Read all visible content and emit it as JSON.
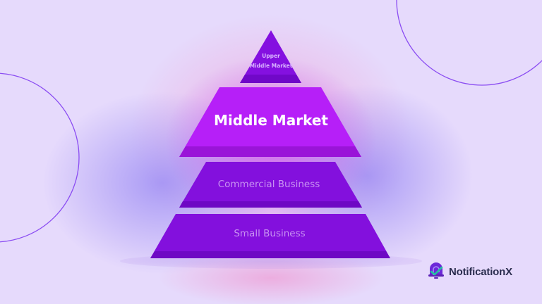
{
  "diagram": {
    "type": "pyramid",
    "tiers": [
      {
        "label_line1": "Upper",
        "label_line2": "Middle Market",
        "color": "#8410e0",
        "band_color": "#7008c8",
        "text_color": "#d9b4ff",
        "emphasis": false
      },
      {
        "label": "Middle Market",
        "color": "#b61ff8",
        "band_color": "#9a14d8",
        "text_color": "#ffffff",
        "emphasis": true
      },
      {
        "label": "Commercial Business",
        "color": "#8310dd",
        "band_color": "#6e08c4",
        "text_color": "#c892f2",
        "emphasis": false
      },
      {
        "label": "Small Business",
        "color": "#8310dd",
        "band_color": "#6e08c4",
        "text_color": "#c892f2",
        "emphasis": false
      }
    ]
  },
  "brand": {
    "name": "NotificationX",
    "icon": "bell-check-icon",
    "text_color": "#2b2d4f",
    "icon_color": "#6d28d9",
    "check_color": "#22c3a0"
  },
  "colors": {
    "background": "#e6dafc",
    "circle_stroke": "#8b4df2",
    "glow_pink": "#f2a7d8",
    "glow_blue": "#9c8cf5"
  }
}
